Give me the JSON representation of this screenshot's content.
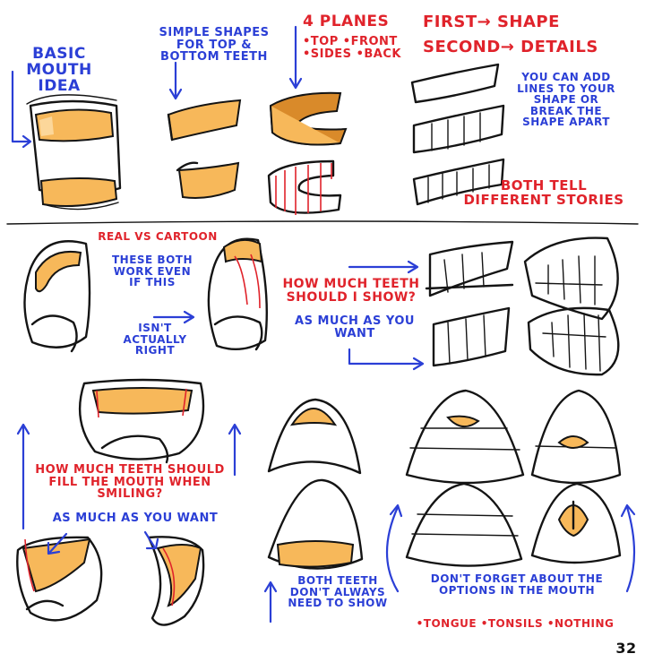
{
  "colors": {
    "blue": "#2b3fd6",
    "red": "#e0232b",
    "ink": "#141414",
    "teeth": "#f7b85a"
  },
  "notes": {
    "basic_mouth_idea": "BASIC MOUTH IDEA",
    "simple_shapes": "SIMPLE SHAPES FOR TOP & BOTTOM TEETH",
    "four_planes_title": "4 PLANES",
    "four_planes_items": "•TOP •FRONT •SIDES •BACK",
    "first_shape": "FIRST→ SHAPE",
    "second_details": "SECOND→ DETAILS",
    "add_lines": "YOU CAN ADD LINES TO YOUR SHAPE OR BREAK THE SHAPE APART",
    "both_tell": "BOTH TELL DIFFERENT STORIES",
    "real_vs_cartoon": "REAL VS CARTOON",
    "these_both_work": "THESE BOTH WORK EVEN IF THIS",
    "isnt_actually_right": "ISN'T ACTUALLY RIGHT",
    "how_much_show": "HOW MUCH TEETH SHOULD I SHOW?",
    "as_much_want": "AS MUCH AS YOU WANT",
    "how_much_fill": "HOW MUCH TEETH SHOULD FILL THE MOUTH WHEN SMILING?",
    "as_much_want_2": "AS MUCH AS YOU WANT",
    "both_teeth": "BOTH TEETH DON'T ALWAYS NEED TO SHOW",
    "dont_forget": "DON'T FORGET ABOUT THE OPTIONS IN THE MOUTH",
    "options": "•TONGUE •TONSILS •NOTHING"
  },
  "page_number": "32"
}
